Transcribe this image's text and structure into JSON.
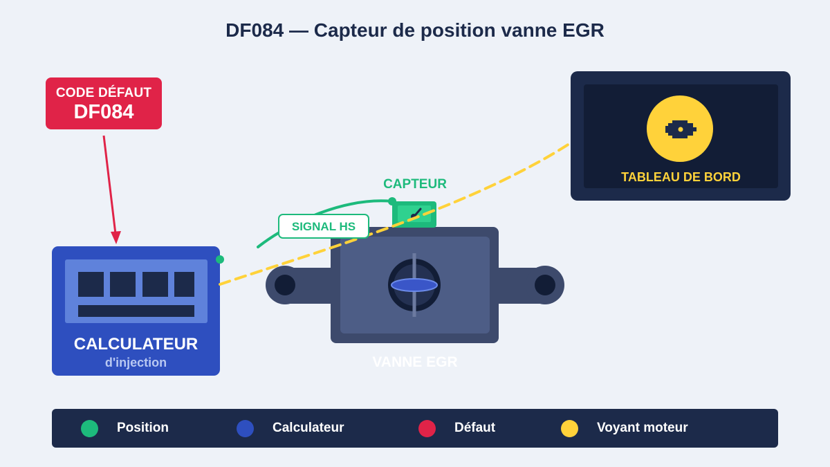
{
  "title": "DF084 — Capteur de position vanne EGR",
  "defect": {
    "label": "CODE DÉFAUT",
    "code": "DF084"
  },
  "ecu": {
    "name": "CALCULATEUR",
    "subtitle": "d'injection"
  },
  "dashboard": {
    "label": "TABLEAU DE BORD"
  },
  "sensor": {
    "label": "CAPTEUR"
  },
  "signal": {
    "label": "SIGNAL HS"
  },
  "valve": {
    "label": "VANNE EGR"
  },
  "colors": {
    "position": "#1dba7c",
    "calculateur": "#2e4fbf",
    "defaut": "#e02348",
    "voyant": "#ffd23a",
    "navy": "#1c2a4a"
  },
  "legend": [
    {
      "label": "Position",
      "color": "#1dba7c"
    },
    {
      "label": "Calculateur",
      "color": "#2e4fbf"
    },
    {
      "label": "Défaut",
      "color": "#e02348"
    },
    {
      "label": "Voyant moteur",
      "color": "#ffd23a"
    }
  ]
}
